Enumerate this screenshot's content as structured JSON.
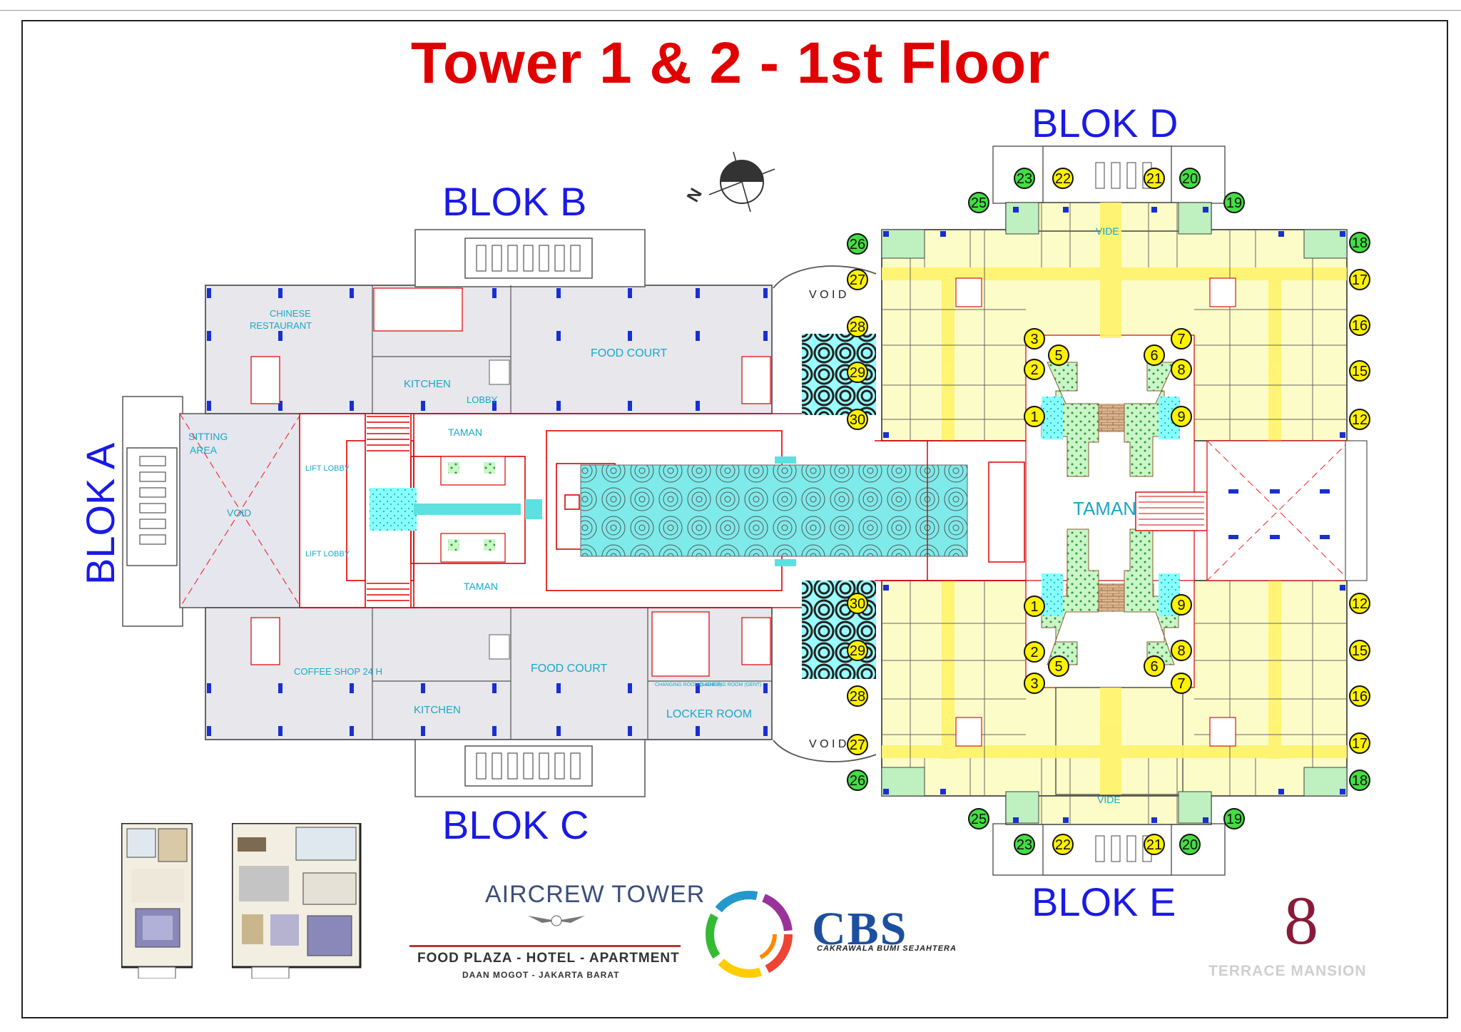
{
  "title": "Tower 1 & 2 - 1st Floor",
  "bloks": {
    "a": "BLOK A",
    "b": "BLOK B",
    "c": "BLOK C",
    "d": "BLOK D",
    "e": "BLOK E"
  },
  "areas": {
    "chinese_restaurant_1": "CHINESE",
    "chinese_restaurant_2": "RESTAURANT",
    "food_court_top": "FOOD COURT",
    "kitchen_top": "KITCHEN",
    "lobby": "LOBBY",
    "taman_top": "TAMAN",
    "sitting_area_1": "SITTING",
    "sitting_area_2": "AREA",
    "void_a": "VOID",
    "lift_lobby_1": "LIFT LOBBY",
    "lift_lobby_2": "LIFT LOBBY",
    "taman_bottom": "TAMAN",
    "coffee_shop": "COFFEE SHOP 24 H",
    "kitchen_bottom": "KITCHEN",
    "food_court_bottom": "FOOD COURT",
    "locker_room": "LOCKER ROOM",
    "changing_room_ladies": "CHANGING ROOM (LADIES)",
    "changing_room_men": "CHANGING ROOM (GENT)",
    "void_top": "V O I D",
    "void_bottom": "V O I D",
    "taman_center": "TAMAN",
    "vide_top": "VIDE",
    "vide_bottom": "VIDE"
  },
  "unit_numbers": {
    "top_left_col": [
      "26",
      "27",
      "28",
      "29",
      "30"
    ],
    "top_inner_left": [
      "3",
      "5",
      "2",
      "1"
    ],
    "top_inner_right": [
      "7",
      "6",
      "8",
      "9"
    ],
    "top_right_col": [
      "18",
      "17",
      "16",
      "15",
      "12"
    ],
    "top_row": [
      "23",
      "22",
      "21",
      "20"
    ],
    "top_corners": [
      "25",
      "19"
    ],
    "bottom_left_col": [
      "30",
      "29",
      "28",
      "27",
      "26"
    ],
    "bottom_inner_left": [
      "1",
      "2",
      "5",
      "3"
    ],
    "bottom_inner_right": [
      "9",
      "8",
      "6",
      "7"
    ],
    "bottom_right_col": [
      "12",
      "15",
      "16",
      "17",
      "18"
    ],
    "bottom_row": [
      "23",
      "22",
      "21",
      "20"
    ],
    "bottom_corners": [
      "25",
      "19"
    ]
  },
  "colors": {
    "title": "#e00000",
    "blok": "#1a1ae6",
    "yellow_unit": "#fff200",
    "green_unit": "#44dd44",
    "wall": "#d00000",
    "pool": "#33dddd"
  },
  "branding": {
    "aircrew": "AIRCREW TOWER",
    "tagline": "FOOD PLAZA - HOTEL - APARTMENT",
    "location": "DAAN MOGOT - JAKARTA BARAT",
    "cbs": "CBS",
    "cbs_sub": "CAKRAWALA BUMI SEJAHTERA",
    "terrace_logo": "8",
    "terrace": "TERRACE MANSION"
  }
}
